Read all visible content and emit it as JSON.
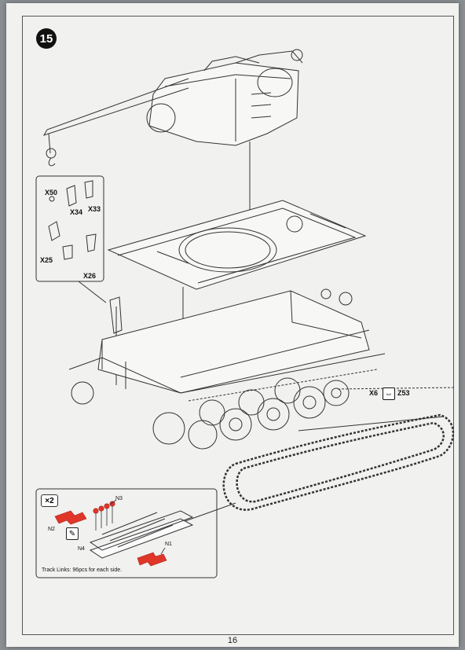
{
  "step": {
    "number": "15"
  },
  "page": {
    "number": "16"
  },
  "parts": {
    "x50": "X50",
    "x34": "X34",
    "x33": "X33",
    "x25": "X25",
    "x26": "X26",
    "x6": "X6",
    "z53": "Z53",
    "n1": "N1",
    "n2": "N2",
    "n3": "N3",
    "n4": "N4"
  },
  "tracks": {
    "multiplier": "×2",
    "note": "Track Links: 96pcs for each side."
  },
  "icons": {
    "pen": "pen-icon",
    "arrow": "double-arrow-icon"
  },
  "colors": {
    "highlight": "#e0362a",
    "line": "#333333"
  }
}
